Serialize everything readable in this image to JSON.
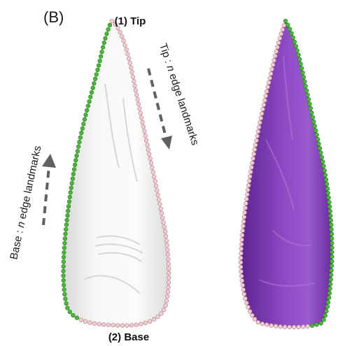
{
  "panel_label": "(B)",
  "tip_label": "(1) Tip",
  "base_label": "(2) Base",
  "tip_arrow_label": {
    "prefix": "Tip : ",
    "n": "n",
    "suffix": " edge landmarks"
  },
  "base_arrow_label": {
    "prefix": "Base : ",
    "n": "n",
    "suffix": " edge landmarks"
  },
  "colors": {
    "green_landmark": "#4cb83a",
    "pink_landmark": "#f1cfd4",
    "pink_stroke": "#b98590",
    "white_model": "#f0f0f0",
    "purple_model": "#7e3ab3",
    "arrow": "#606060"
  }
}
